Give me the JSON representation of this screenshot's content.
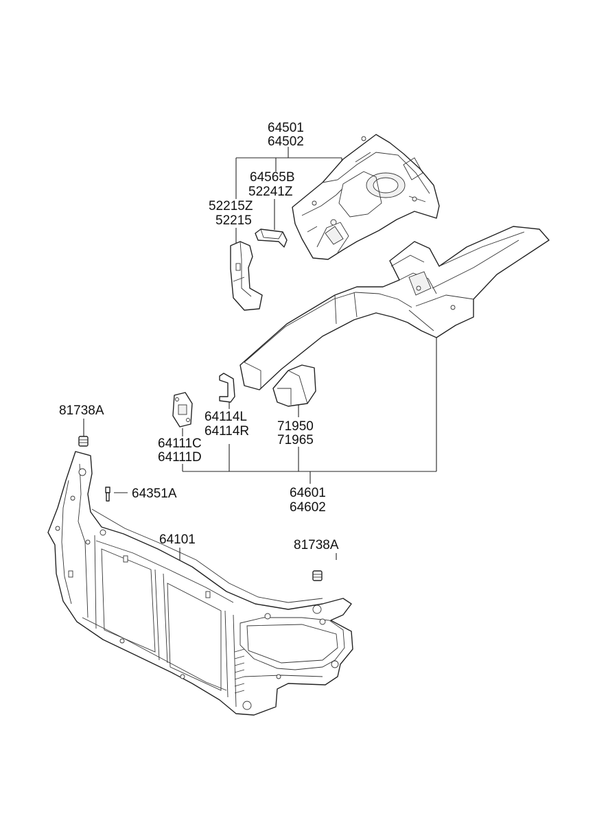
{
  "labels": {
    "p64501": "64501",
    "p64502": "64502",
    "p64565B": "64565B",
    "p52241Z": "52241Z",
    "p52215Z": "52215Z",
    "p52215": "52215",
    "p64114L": "64114L",
    "p64114R": "64114R",
    "p71950": "71950",
    "p71965": "71965",
    "p81738A_left": "81738A",
    "p64111C": "64111C",
    "p64111D": "64111D",
    "p64351A": "64351A",
    "p64601": "64601",
    "p64602": "64602",
    "p64101": "64101",
    "p81738A_right": "81738A"
  }
}
